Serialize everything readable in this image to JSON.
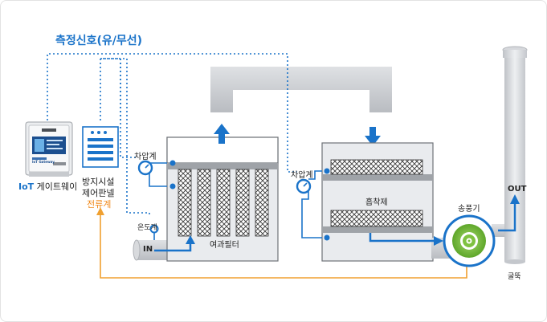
{
  "signal_title": "측정신호(유/무선)",
  "gateway": {
    "brand": "IoT",
    "label": "게이트웨이",
    "device_text": "IoT Gateway"
  },
  "panel": {
    "line1": "방지시설",
    "line2": "제어판넬",
    "ammeter": "전류계"
  },
  "sensors": {
    "diff_pressure_1": "차압계",
    "diff_pressure_2": "차압계",
    "thermometer": "온도계"
  },
  "inlet": "IN",
  "filter_label": "여과필터",
  "adsorbent_label": "흡착제",
  "fan_label": "송풍기",
  "outlet": "OUT",
  "chimney_label": "굴뚝",
  "colors": {
    "signal_blue": "#1a73c9",
    "ammeter_orange": "#f0a030",
    "pipe_gray": "#c9ccd1",
    "fan_green": "#7fc241",
    "flow_blue": "#1a73c9"
  }
}
